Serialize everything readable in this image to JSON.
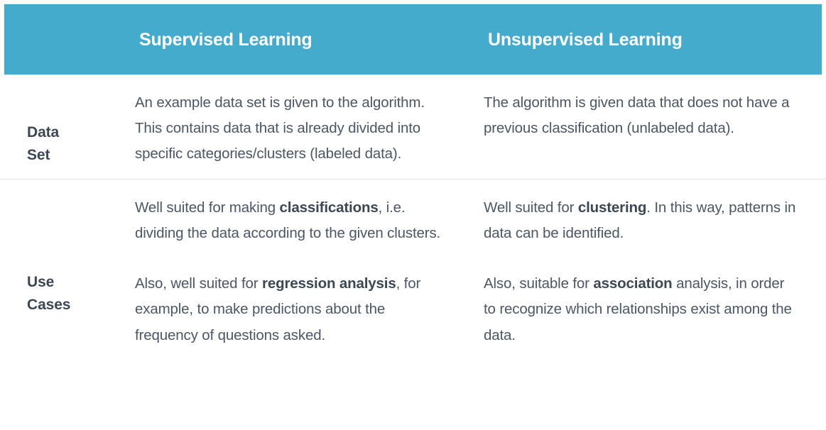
{
  "table": {
    "columns": [
      {
        "label": ""
      },
      {
        "label": "Supervised Learning"
      },
      {
        "label": "Unsupervised Learning"
      }
    ],
    "colors": {
      "header_background": "#45abcd",
      "header_text": "#ffffff",
      "body_text": "#4c5666",
      "emphasis_text": "#3c4756",
      "divider": "#dfe1e3",
      "page_background": "#ffffff"
    },
    "rows": [
      {
        "label": "Data Set",
        "label_line_1": "Data",
        "label_line_2": "Set",
        "supervised": [
          {
            "segments": [
              {
                "text": "An example data set is given to the algorithm. This contains data that is already divided into specific categories/clusters (labeled data).",
                "bold": false
              }
            ]
          }
        ],
        "unsupervised": [
          {
            "segments": [
              {
                "text": "The algorithm is given data that does not have a previous classification (unlabeled data).",
                "bold": false
              }
            ]
          }
        ]
      },
      {
        "label": "Use Cases",
        "label_line_1": "Use",
        "label_line_2": "Cases",
        "supervised": [
          {
            "segments": [
              {
                "text": "Well suited for making ",
                "bold": false
              },
              {
                "text": "classifications",
                "bold": true
              },
              {
                "text": ", i.e. dividing the data according to the given clusters.",
                "bold": false
              }
            ]
          },
          {
            "segments": [
              {
                "text": "Also, well suited for ",
                "bold": false
              },
              {
                "text": "regression analysis",
                "bold": true
              },
              {
                "text": ", for example, to make predictions about the frequency of questions asked.",
                "bold": false
              }
            ]
          }
        ],
        "unsupervised": [
          {
            "segments": [
              {
                "text": "Well suited for ",
                "bold": false
              },
              {
                "text": "clustering",
                "bold": true
              },
              {
                "text": ". In this way, patterns in data can be identified.",
                "bold": false
              }
            ]
          },
          {
            "segments": [
              {
                "text": "Also, suitable for ",
                "bold": false
              },
              {
                "text": "association",
                "bold": true
              },
              {
                "text": " analysis, in order to recognize which relationships exist among the data.",
                "bold": false
              }
            ]
          }
        ]
      }
    ]
  }
}
